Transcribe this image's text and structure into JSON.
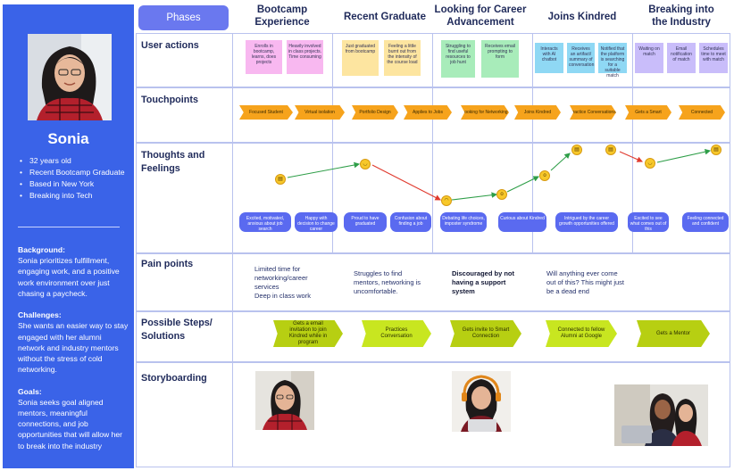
{
  "persona": {
    "name": "Sonia",
    "facts": [
      "32 years old",
      "Recent Bootcamp Graduate",
      "Based in New York",
      "Breaking into Tech"
    ],
    "background_label": "Background:",
    "background_text": "Sonia prioritizes fulfillment, engaging work, and a positive work environment over just chasing a paycheck.",
    "challenges_label": "Challenges:",
    "challenges_text": "She wants an easier way to stay engaged with her alumni network and industry mentors without the stress of cold networking.",
    "goals_label": "Goals:",
    "goals_text": "Sonia seeks goal aligned mentors, meaningful connections, and job opportunities that will allow her to break into the industry"
  },
  "header": {
    "phases_label": "Phases",
    "stages": [
      "Bootcamp Experience",
      "Recent Graduate",
      "Looking for Career Advancement",
      "Joins Kindred",
      "Breaking into the Industry"
    ]
  },
  "rows": {
    "user_actions": "User actions",
    "touchpoints": "Touchpoints",
    "thoughts": "Thoughts and Feelings",
    "pain_points": "Pain points",
    "solutions": "Possible Steps/ Solutions",
    "storyboarding": "Storyboarding"
  },
  "user_actions": [
    "Enrolls in bootcamp, learns, does projects",
    "Heavily involved in class projects. Time consuming",
    "Just graduated from bootcamp",
    "Feeling a little burnt out from the intensity of the course load",
    "Struggling to find useful resources to job hunt",
    "Receives email prompting to form",
    "Interacts with AI chatbot",
    "Receives an artifact/ summary of conversation",
    "Notified that the platform is searching for a suitable match",
    "Waiting on match",
    "Email notification of match",
    "Schedules time to meet with match"
  ],
  "touchpoints": [
    "Focused Student",
    "Virtual isolation",
    "Portfolio Design",
    "Applies to Jobs",
    "Looking for Networking Events",
    "Joins Kindred",
    "Practice Conversations",
    "Gets a Smart Connection",
    "Connected"
  ],
  "feelings": [
    "Excited, motivated, anxious about job search",
    "Happy with decision to change career",
    "Proud to have graduated",
    "Confusion about finding a job",
    "Debating life choices, imposter syndrome",
    "Curious about Kindred",
    "Intrigued by the career growth opportunities offered",
    "Excited to see what comes out of this",
    "Feeling connected and confident"
  ],
  "sentiment_levels": [
    0.55,
    0.8,
    0.1,
    0.25,
    0.6,
    0.95,
    0.95,
    0.8,
    0.98
  ],
  "pain_points": [
    "Limited time for networking/career services",
    "Deep in class work",
    "Struggles to find mentors, networking is uncomfortable.",
    "Discouraged by not having a support system",
    "Will anything ever come out of this? This might just be a dead end"
  ],
  "solutions": [
    "Gets a email invitation to join Kindred while in program",
    "Practices Conversation",
    "Gets invite to Smart Connection",
    "Connected to fellow Alumni at Google",
    "Gets a Mentor"
  ],
  "colors": {
    "persona_bg": "#3a63e8",
    "phases_pill": "#6a78ef",
    "touchpoint": "#f6a31c",
    "feeling_pill": "#5a6af0",
    "solution": "#c8e620",
    "trend_up": "#2e9e48",
    "trend_down": "#e03a2e"
  }
}
